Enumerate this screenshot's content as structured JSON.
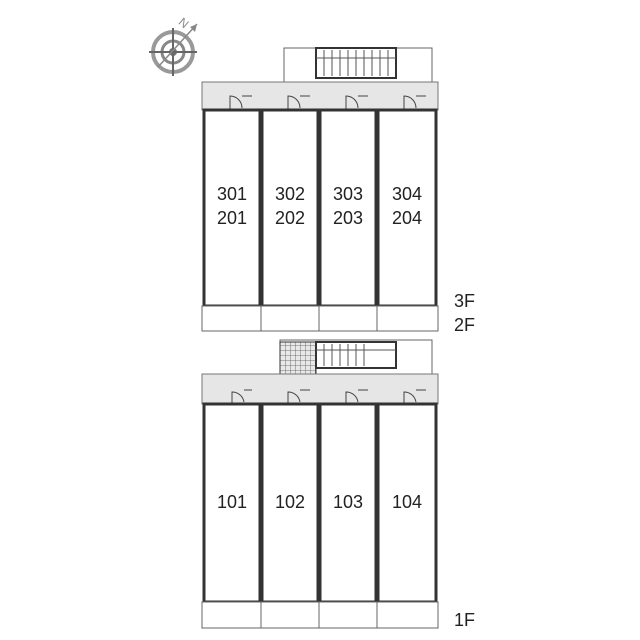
{
  "compass": {
    "north_label": "N",
    "icon": "compass-icon"
  },
  "upper_block": {
    "units": [
      {
        "upper": "301",
        "lower": "201"
      },
      {
        "upper": "302",
        "lower": "202"
      },
      {
        "upper": "303",
        "lower": "203"
      },
      {
        "upper": "304",
        "lower": "204"
      }
    ],
    "floor_labels": [
      "3F",
      "2F"
    ]
  },
  "lower_block": {
    "units": [
      {
        "label": "101"
      },
      {
        "label": "102"
      },
      {
        "label": "103"
      },
      {
        "label": "104"
      }
    ],
    "floor_label": "1F"
  },
  "colors": {
    "corridor": "#e6e6e6",
    "wall": "#333333",
    "stair_fill": "#cfcfcf"
  }
}
